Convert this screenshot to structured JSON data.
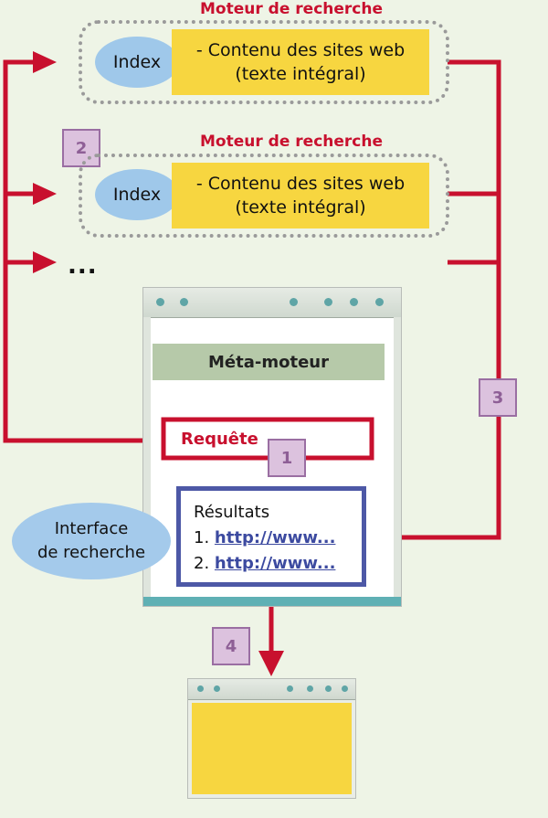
{
  "engines": [
    {
      "title": "Moteur de recherche",
      "index_label": "Index",
      "content_line1": "- Contenu des sites web",
      "content_line2": "(texte intégral)"
    },
    {
      "title": "Moteur de recherche",
      "index_label": "Index",
      "content_line1": "- Contenu des sites web",
      "content_line2": "(texte intégral)"
    }
  ],
  "more_engines": "...",
  "meta_engine": {
    "header": "Méta-moteur",
    "request_label": "Requête",
    "results_title": "Résultats",
    "results": [
      {
        "number": "1.",
        "link": "http://www..."
      },
      {
        "number": "2.",
        "link": "http://www..."
      }
    ]
  },
  "interface_label_line1": "Interface",
  "interface_label_line2": "de recherche",
  "badges": [
    "1",
    "2",
    "3",
    "4"
  ],
  "colors": {
    "arrow": "#c8102e",
    "results_border": "#4d58a6",
    "content_fill": "#f7d640",
    "index_fill": "#9fc8ea",
    "badge_fill": "#dcc2de"
  }
}
